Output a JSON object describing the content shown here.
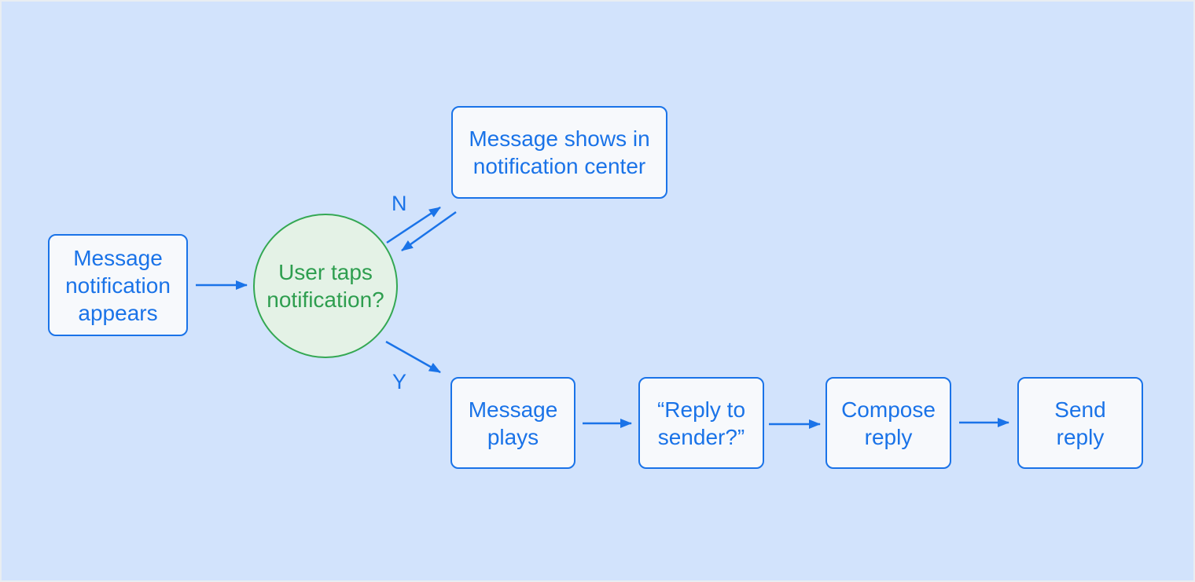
{
  "canvas": {
    "background": "#d2e3fc",
    "frame_border": "#e9edf2"
  },
  "colors": {
    "blue": "#1a73e8",
    "box_fill": "#f7f9fc",
    "green_border": "#34a853",
    "green_text": "#2e9e4f",
    "green_fill": "#e4f2e6"
  },
  "nodes": {
    "start": {
      "label": "Message\nnotification\nappears"
    },
    "decision": {
      "label": "User taps\nnotification?"
    },
    "no_outcome": {
      "label": "Message shows in\nnotification center"
    },
    "plays": {
      "label": "Message\nplays"
    },
    "prompt": {
      "label": "“Reply to\nsender?”"
    },
    "compose": {
      "label": "Compose\nreply"
    },
    "send": {
      "label": "Send\nreply"
    }
  },
  "edge_labels": {
    "no": "N",
    "yes": "Y"
  }
}
